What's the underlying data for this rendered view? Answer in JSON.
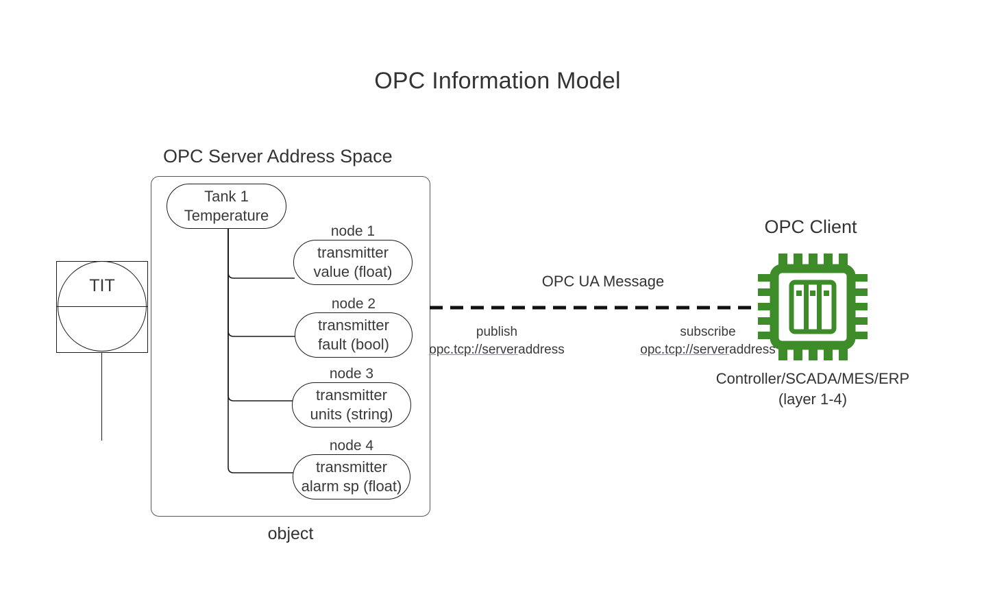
{
  "title": "OPC Information Model",
  "server": {
    "caption": "OPC Server Address Space",
    "object_label": "object",
    "root_node": {
      "line1": "Tank 1",
      "line2": "Temperature"
    },
    "nodes": [
      {
        "caption": "node 1",
        "line1": "transmitter",
        "line2": "value (float)"
      },
      {
        "caption": "node 2",
        "line1": "transmitter",
        "line2": "fault (bool)"
      },
      {
        "caption": "node 3",
        "line1": "transmitter",
        "line2": "units (string)"
      },
      {
        "caption": "node 4",
        "line1": "transmitter",
        "line2": "alarm sp (float)"
      }
    ]
  },
  "instrument": {
    "tag": "TIT"
  },
  "link": {
    "message_label": "OPC UA Message",
    "publish": {
      "action": "publish",
      "url": "opc.tcp://server",
      "url_suffix": "address"
    },
    "subscribe": {
      "action": "subscribe",
      "url": "opc.tcp://server",
      "url_suffix": "address"
    }
  },
  "client": {
    "caption": "OPC Client",
    "subtitle_line1": "Controller/SCADA/MES/ERP",
    "subtitle_line2": "(layer 1-4)",
    "icon": "cpu-chip-icon"
  },
  "colors": {
    "chip_green": "#3d8b29",
    "stroke": "#1a1a1a",
    "container_stroke": "#555555",
    "text": "#3a3a3a",
    "link_underline": "#8a8ad0"
  }
}
